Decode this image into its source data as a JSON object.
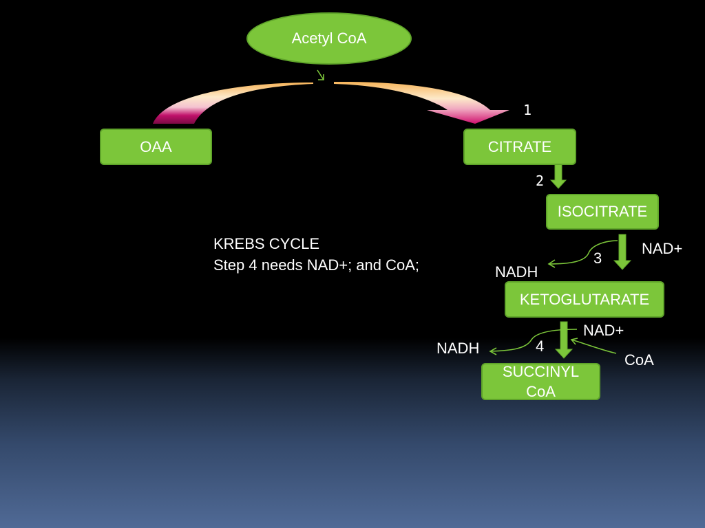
{
  "nodes": {
    "acetyl_coa": "Acetyl CoA",
    "oaa": "OAA",
    "citrate": "CITRATE",
    "isocitrate": "ISOCITRATE",
    "ketoglutarate": "KETOGLUTARATE",
    "succinyl_line1": "SUCCINYL",
    "succinyl_line2": "CoA"
  },
  "steps": {
    "s1": "1",
    "s2": "2",
    "s3": "3",
    "s4": "4"
  },
  "side_labels": {
    "nad_plus_3": "NAD+",
    "nadh_3": "NADH",
    "nad_plus_4": "NAD+",
    "nadh_4": "NADH",
    "coa_4": "CoA"
  },
  "note": {
    "line1": "KREBS CYCLE",
    "line2": "Step 4 needs NAD+; and CoA;"
  },
  "colors": {
    "node_fill": "#7cc63a",
    "node_border": "#5fa42a",
    "arrow_green": "#7cc63a",
    "arc_orange": "#f0a040",
    "arc_magenta": "#c0106a"
  }
}
